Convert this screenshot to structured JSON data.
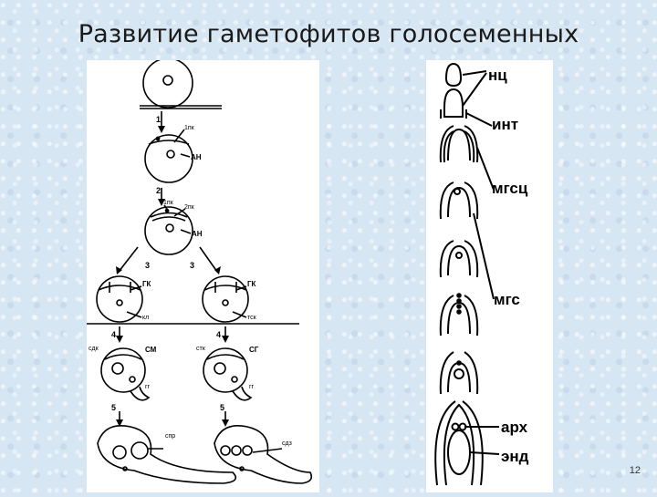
{
  "slide": {
    "title": "Развитие гаметофитов голосеменных",
    "page_number": "12"
  },
  "left_diagram": {
    "step_labels": [
      "1",
      "2",
      "3",
      "3",
      "4",
      "4",
      "5",
      "5"
    ],
    "cell_labels": {
      "pk1": "1пк",
      "an1": "АН",
      "pk1b": "1пк",
      "pk2": "2пк",
      "an2": "АН",
      "gk1": "ГК",
      "k1": "кл",
      "gk2": "ГК",
      "tsk": "тск",
      "sdk": "сдк",
      "sm": "СМ",
      "gg1": "гг",
      "stk": "стк",
      "sg": "СГ",
      "gg2": "гг",
      "spr": "спр",
      "sdz": "сдз"
    }
  },
  "right_diagram": {
    "labels": [
      "нц",
      "инт",
      "мгсц",
      "мгс",
      "арх",
      "энд"
    ]
  }
}
